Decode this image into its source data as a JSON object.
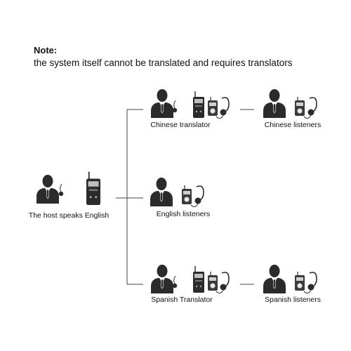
{
  "note": {
    "title": "Note:",
    "text": "the system itself cannot be translated and requires translators"
  },
  "nodes": {
    "host": {
      "label": "The host speaks English",
      "icons": [
        "person-icon",
        "microphone-icon",
        "transmitter-icon"
      ]
    },
    "chinese_translator": {
      "label": "Chinese translator",
      "icons": [
        "person-icon",
        "microphone-icon",
        "transmitter-icon",
        "receiver-icon",
        "headset-icon"
      ]
    },
    "chinese_listeners": {
      "label": "Chinese listeners",
      "icons": [
        "person-icon",
        "receiver-icon",
        "headset-icon"
      ]
    },
    "english_listeners": {
      "label": "English listeners",
      "icons": [
        "person-icon",
        "receiver-icon",
        "headset-icon"
      ]
    },
    "spanish_translator": {
      "label": "Spanish Translator",
      "icons": [
        "person-icon",
        "microphone-icon",
        "transmitter-icon",
        "receiver-icon",
        "headset-icon"
      ]
    },
    "spanish_listeners": {
      "label": "Spanish listeners",
      "icons": [
        "person-icon",
        "receiver-icon",
        "headset-icon"
      ]
    }
  },
  "colors": {
    "line": "#444444",
    "icon": "#2b2b2b",
    "icon_light": "#9a9a9a"
  }
}
